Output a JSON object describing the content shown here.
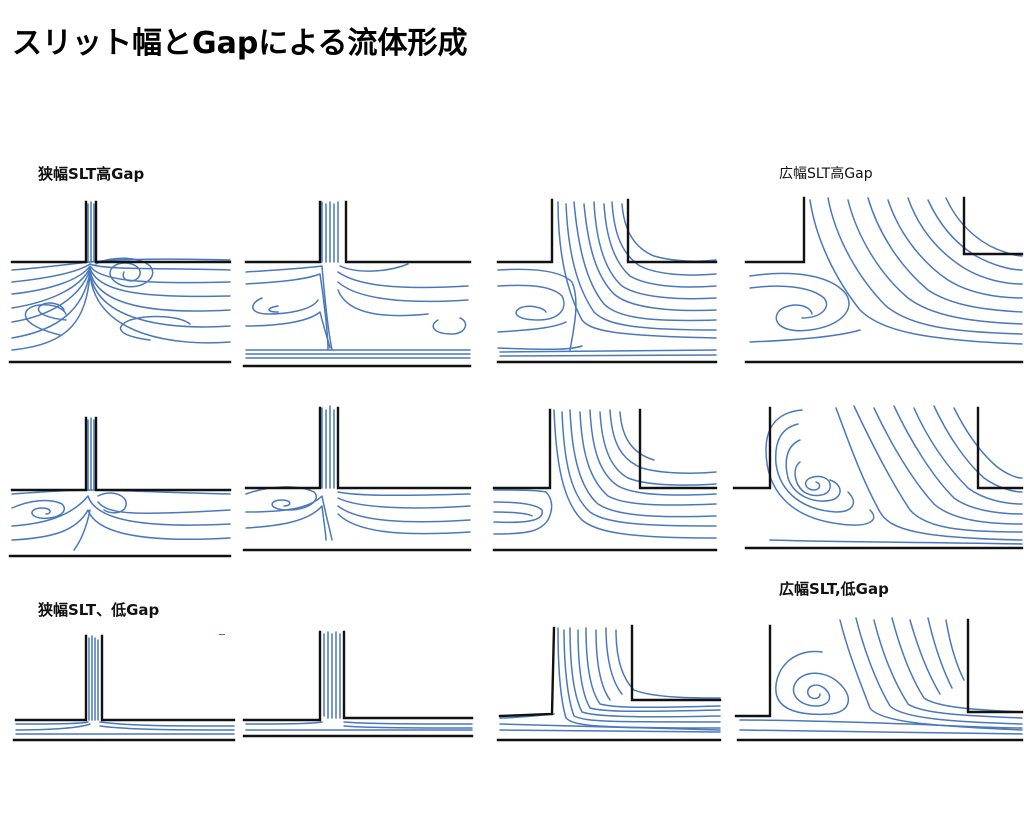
{
  "page": {
    "title": "スリット幅とGapによる流体形成"
  },
  "labels": {
    "narrow_high": "狭幅SLT高Gap",
    "wide_high": "広幅SLT高Gap",
    "narrow_low": "狭幅SLT、低Gap",
    "wide_low": "広幅SLT,低Gap"
  },
  "colors": {
    "streamline": "#4a78bd",
    "wall": "#111111",
    "background": "#ffffff"
  }
}
